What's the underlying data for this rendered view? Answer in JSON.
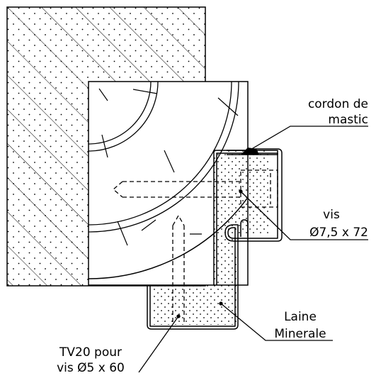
{
  "labels": {
    "mastic_line1": "cordon de",
    "mastic_line2": "mastic",
    "vis_line1": "vis",
    "vis_line2": "Ø7,5 x 72",
    "laine_line1": "Laine",
    "laine_line2": "Minerale",
    "tv_line1": "TV20 pour",
    "tv_line2": "vis Ø5 x 60"
  },
  "colors": {
    "line": "#000000",
    "background": "#ffffff"
  }
}
